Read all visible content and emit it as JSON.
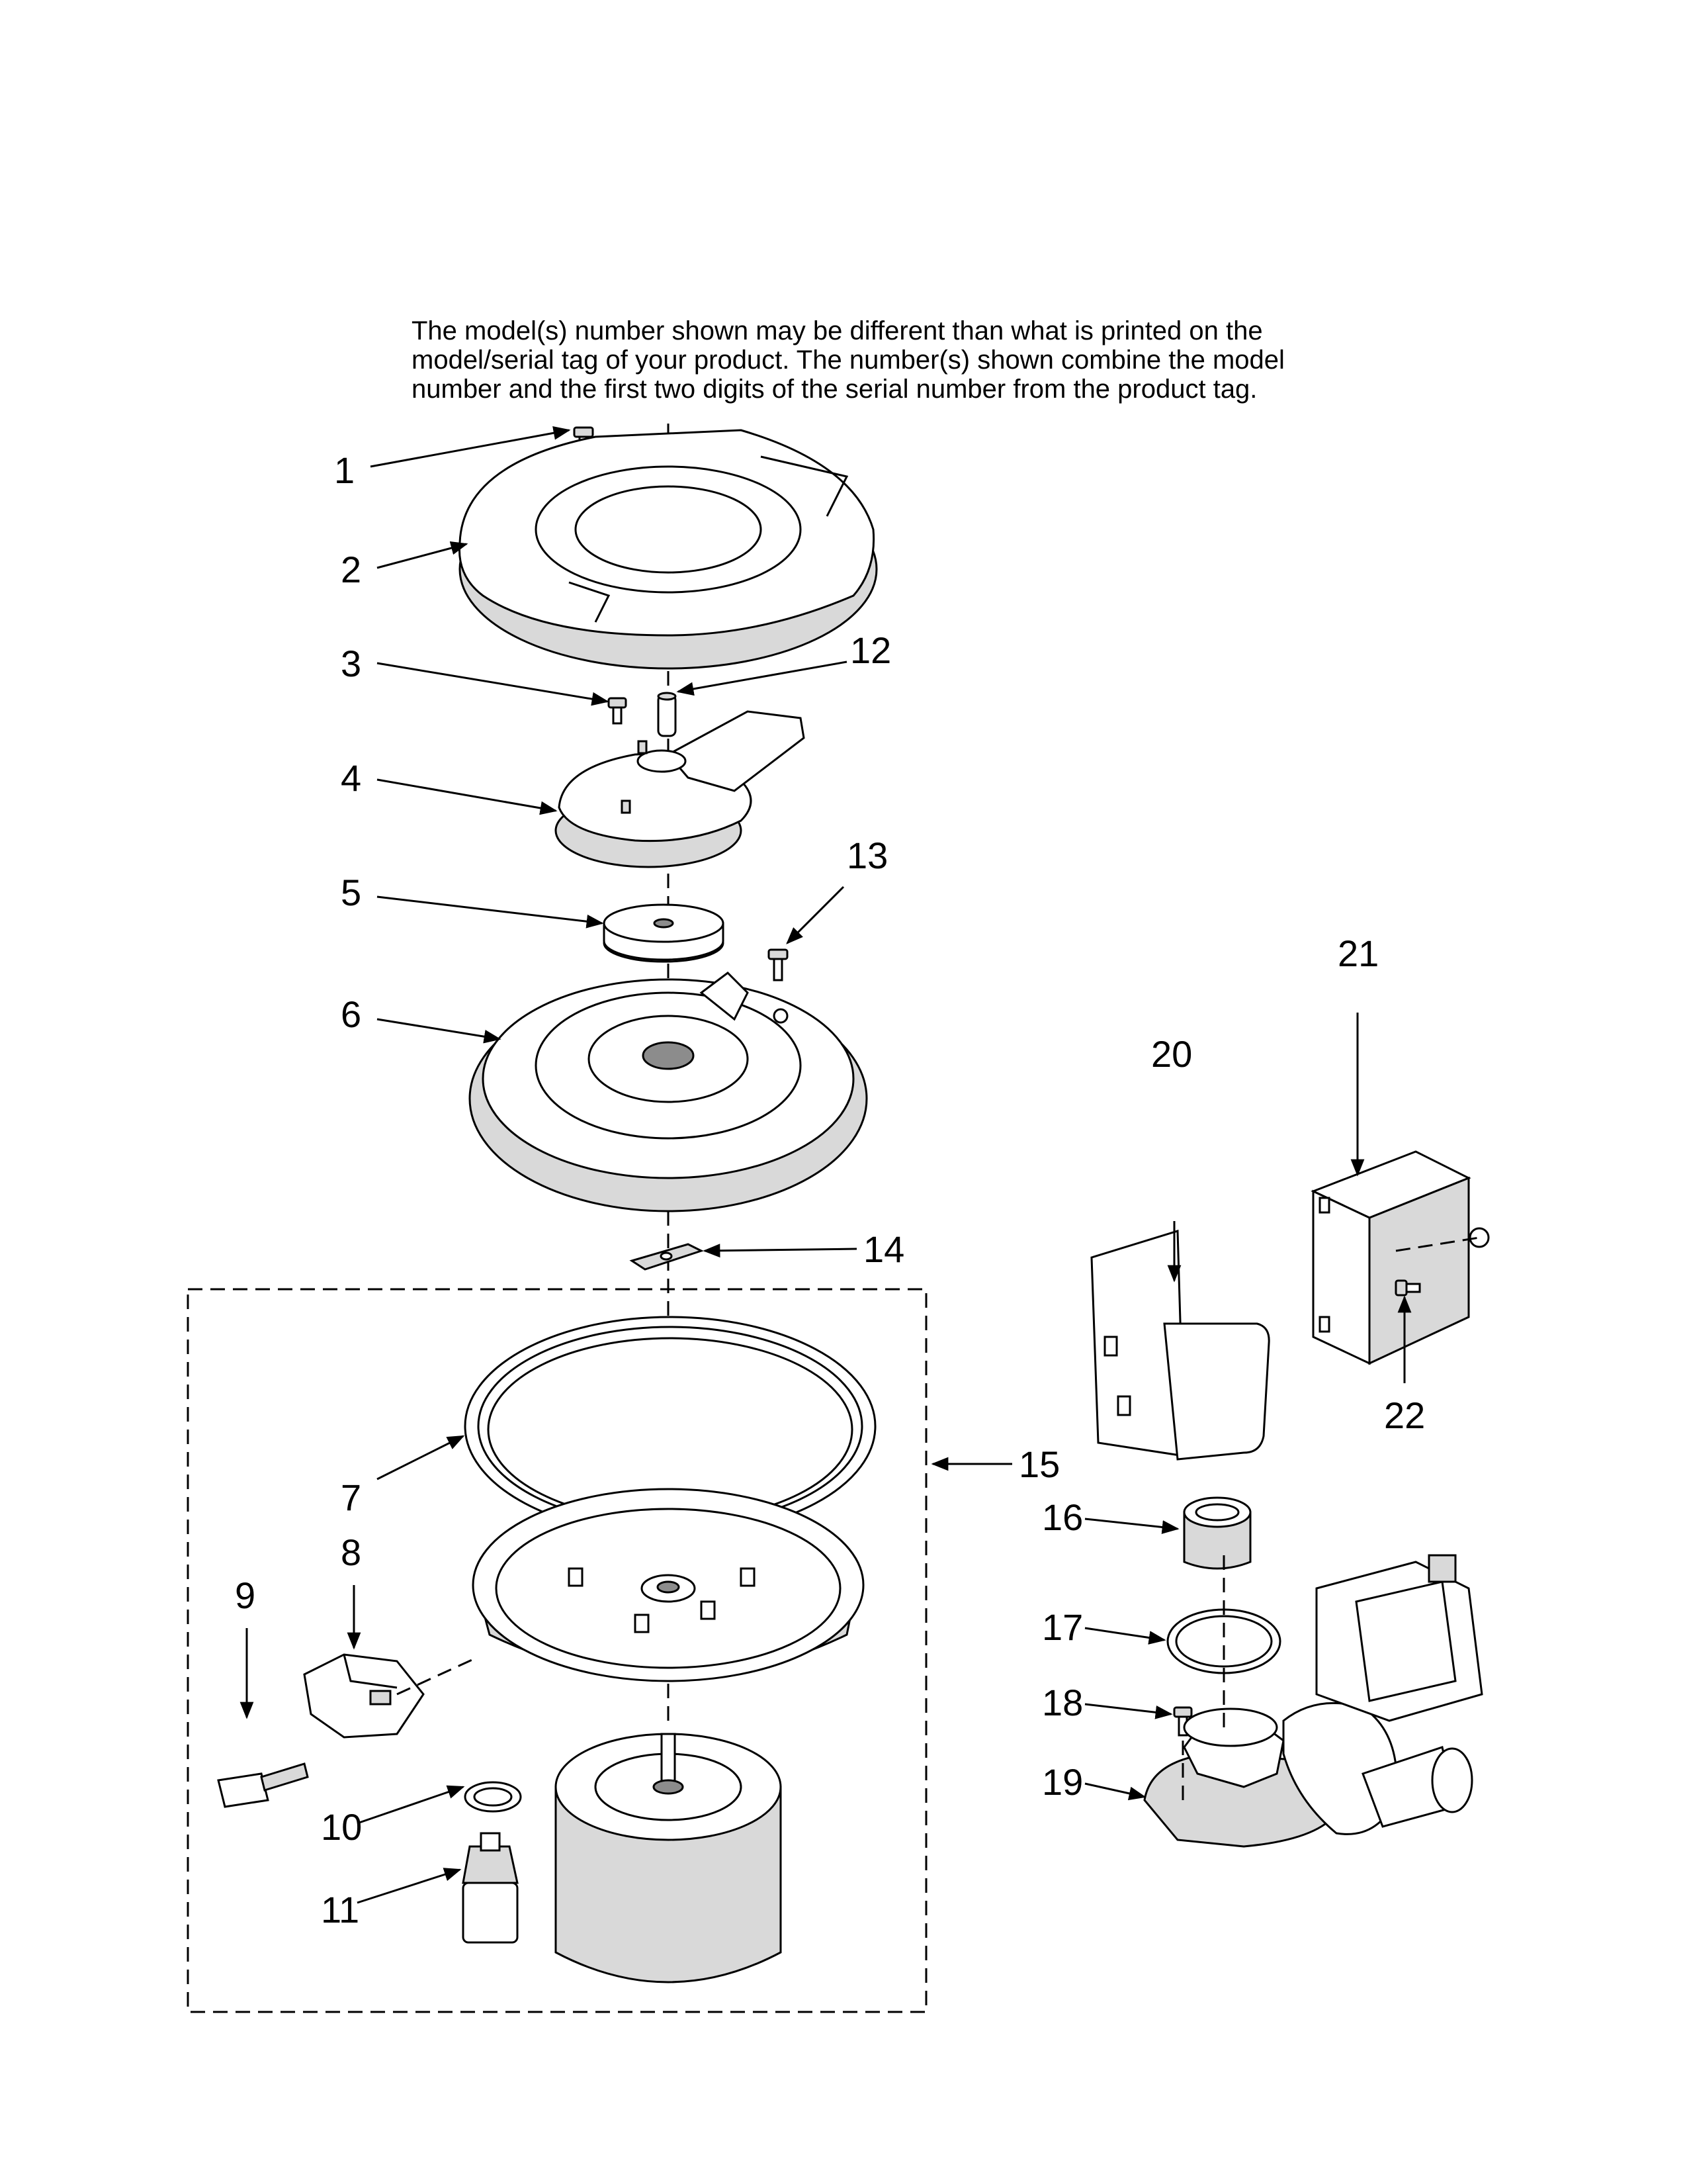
{
  "note": {
    "line1": "The model(s) number shown may be different than what is printed on the",
    "line2": "model/serial tag of your product. The number(s) shown combine the model",
    "line3": "number and the first two digits of the serial number from the product tag."
  },
  "callouts": {
    "c1": "1",
    "c2": "2",
    "c3": "3",
    "c4": "4",
    "c5": "5",
    "c6": "6",
    "c7": "7",
    "c8": "8",
    "c9": "9",
    "c10": "10",
    "c11": "11",
    "c12": "12",
    "c13": "13",
    "c14": "14",
    "c15": "15",
    "c16": "16",
    "c17": "17",
    "c18": "18",
    "c19": "19",
    "c20": "20",
    "c21": "21",
    "c22": "22"
  }
}
